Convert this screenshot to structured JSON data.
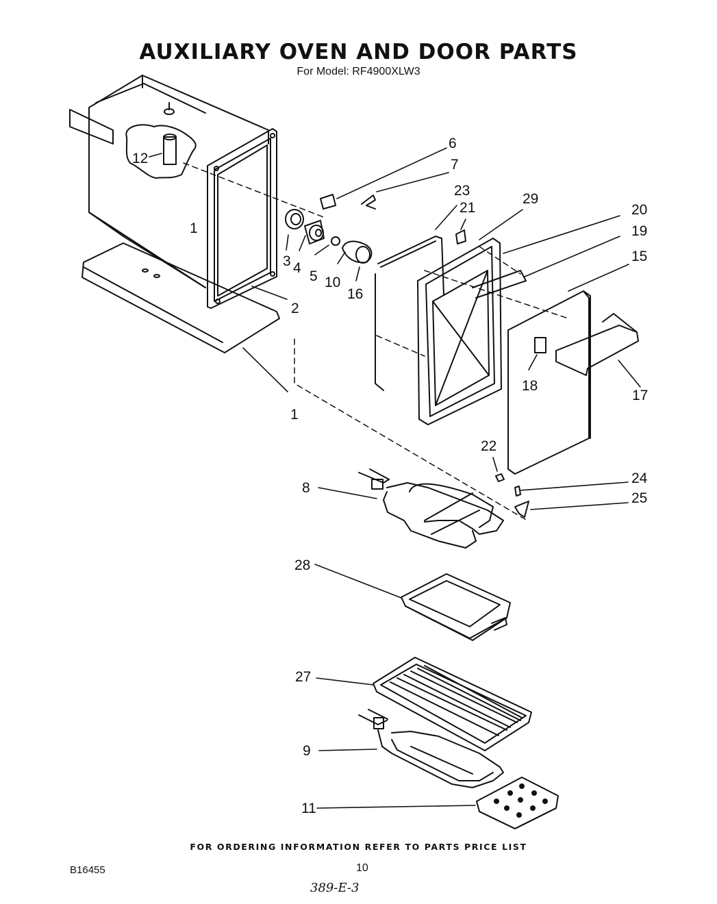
{
  "title": "AUXILIARY OVEN AND DOOR PARTS",
  "subtitle": "For Model: RF4900XLW3",
  "footer": "FOR ORDERING INFORMATION REFER TO PARTS PRICE LIST",
  "diagram_code": "B16455",
  "page_number": "10",
  "handwritten_note": "389-E-3",
  "parts": [
    {
      "id": "1",
      "label": "1"
    },
    {
      "id": "1-cavity",
      "label": "1"
    },
    {
      "id": "2",
      "label": "2"
    },
    {
      "id": "3",
      "label": "3"
    },
    {
      "id": "4",
      "label": "4"
    },
    {
      "id": "5",
      "label": "5"
    },
    {
      "id": "6",
      "label": "6"
    },
    {
      "id": "7",
      "label": "7"
    },
    {
      "id": "8",
      "label": "8"
    },
    {
      "id": "9",
      "label": "9"
    },
    {
      "id": "10",
      "label": "10"
    },
    {
      "id": "11",
      "label": "11"
    },
    {
      "id": "12",
      "label": "12"
    },
    {
      "id": "15",
      "label": "15"
    },
    {
      "id": "16",
      "label": "16"
    },
    {
      "id": "17",
      "label": "17"
    },
    {
      "id": "18",
      "label": "18"
    },
    {
      "id": "19",
      "label": "19"
    },
    {
      "id": "20",
      "label": "20"
    },
    {
      "id": "21",
      "label": "21"
    },
    {
      "id": "22",
      "label": "22"
    },
    {
      "id": "23",
      "label": "23"
    },
    {
      "id": "24",
      "label": "24"
    },
    {
      "id": "25",
      "label": "25"
    },
    {
      "id": "27",
      "label": "27"
    },
    {
      "id": "28",
      "label": "28"
    },
    {
      "id": "29",
      "label": "29"
    }
  ]
}
